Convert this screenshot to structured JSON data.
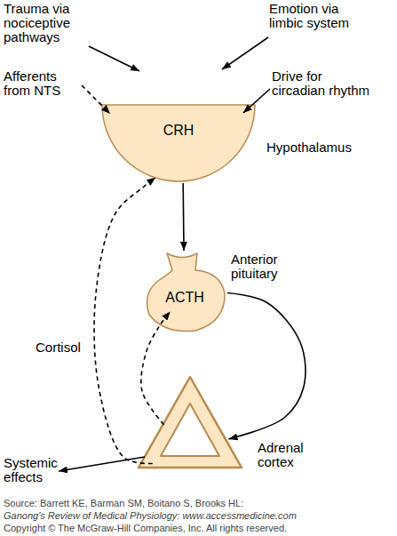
{
  "diagram": {
    "nodes": [
      {
        "text": [
          "CRH",
          "Hypothalamus"
        ]
      },
      {
        "text": [
          "ACTH",
          "Anterior pituitary"
        ]
      },
      {
        "text": [
          "Adrenal cortex"
        ]
      }
    ],
    "edges": [
      {
        "from": 0,
        "to": 1,
        "arrow": "to"
      },
      {
        "from": 1,
        "to": 2,
        "arrow": "to"
      },
      {
        "from": 2,
        "to": 0,
        "arrow": "to",
        "label": "Cortisol"
      },
      {
        "from": 2,
        "to": 1,
        "arrow": "to"
      }
    ],
    "labels": [
      "Trauma via nociceptive pathways",
      "Emotion via limbic system",
      "Afferents from NTS",
      "Drive for circadian rhythm",
      "Systemic effects",
      "Source: Barrett KE, Barman SM, Boitano S, Brooks HL:",
      "Ganong's Review of Medical Physiology: www.accessmedicine.com",
      "Copyright © The McGraw-Hill Companies, Inc. All rights reserved."
    ]
  }
}
